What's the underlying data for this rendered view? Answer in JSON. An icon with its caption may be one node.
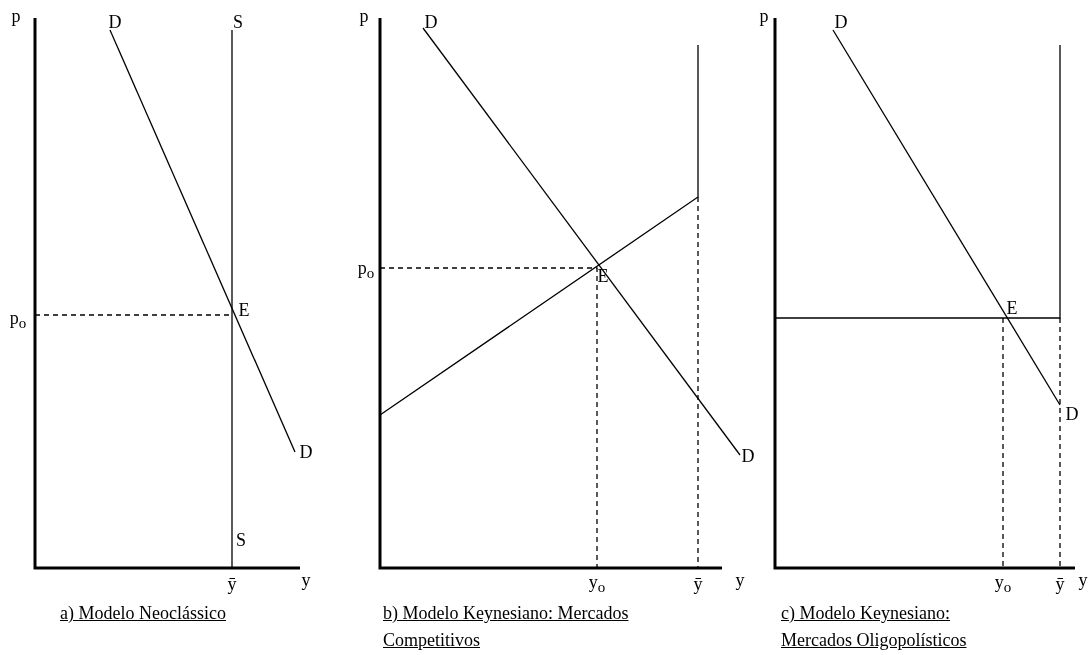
{
  "diagram": {
    "labels": [
      "p",
      "D",
      "S",
      "p$_{o}$",
      "E",
      "D",
      "S",
      "ȳ",
      "y",
      "a) Modelo Neoclássico",
      "p",
      "D",
      "p$_{o}$",
      "E",
      "D",
      "y$_{o}$",
      "ȳ",
      "y",
      "b) Modelo Keynesiano: Mercados Competitivos",
      "p",
      "D",
      "E",
      "D",
      "y$_{o}$",
      "ȳ",
      "y",
      "c) Modelo Keynesiano: Mercados Oligopolísticos"
    ]
  }
}
